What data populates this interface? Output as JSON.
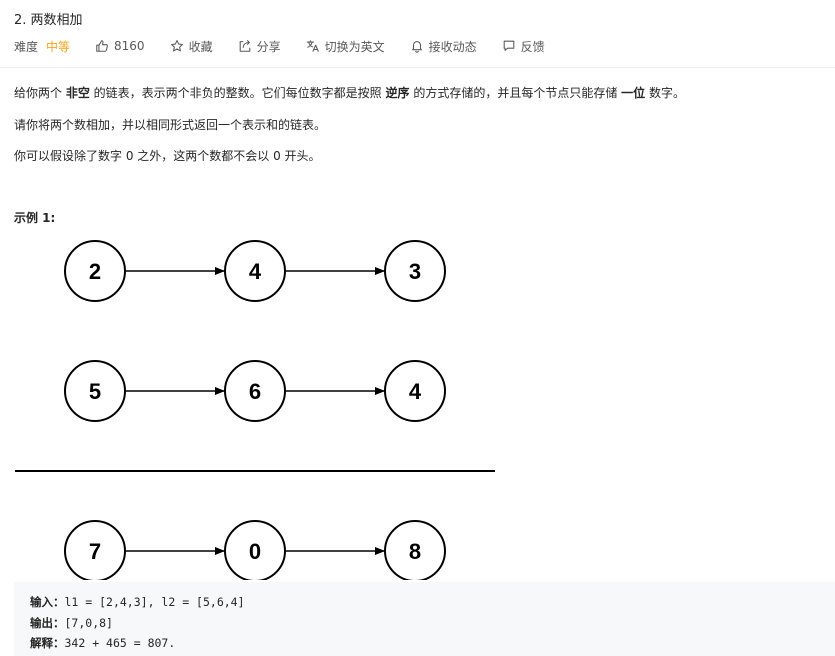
{
  "problem": {
    "title": "2. 两数相加"
  },
  "meta": {
    "difficulty_label": "难度",
    "difficulty_value": "中等",
    "likes": "8160",
    "favorite": "收藏",
    "share": "分享",
    "switch_lang": "切换为英文",
    "subscribe": "接收动态",
    "feedback": "反馈"
  },
  "description": {
    "p1_a": "给你两个 ",
    "p1_b": "非空",
    "p1_c": " 的链表，表示两个非负的整数。它们每位数字都是按照 ",
    "p1_d": "逆序",
    "p1_e": " 的方式存储的，并且每个节点只能存储 ",
    "p1_f": "一位",
    "p1_g": " 数字。",
    "p2": "请你将两个数相加，并以相同形式返回一个表示和的链表。",
    "p3": "你可以假设除了数字 0 之外，这两个数都不会以 0 开头。"
  },
  "example": {
    "title": "示例 1:",
    "lists": [
      [
        "2",
        "4",
        "3"
      ],
      [
        "5",
        "6",
        "4"
      ],
      [
        "7",
        "0",
        "8"
      ]
    ],
    "input_label": "输入：",
    "input_value": "l1 = [2,4,3], l2 = [5,6,4]",
    "output_label": "输出：",
    "output_value": "[7,0,8]",
    "explain_label": "解释：",
    "explain_value": "342 + 465 = 807."
  }
}
